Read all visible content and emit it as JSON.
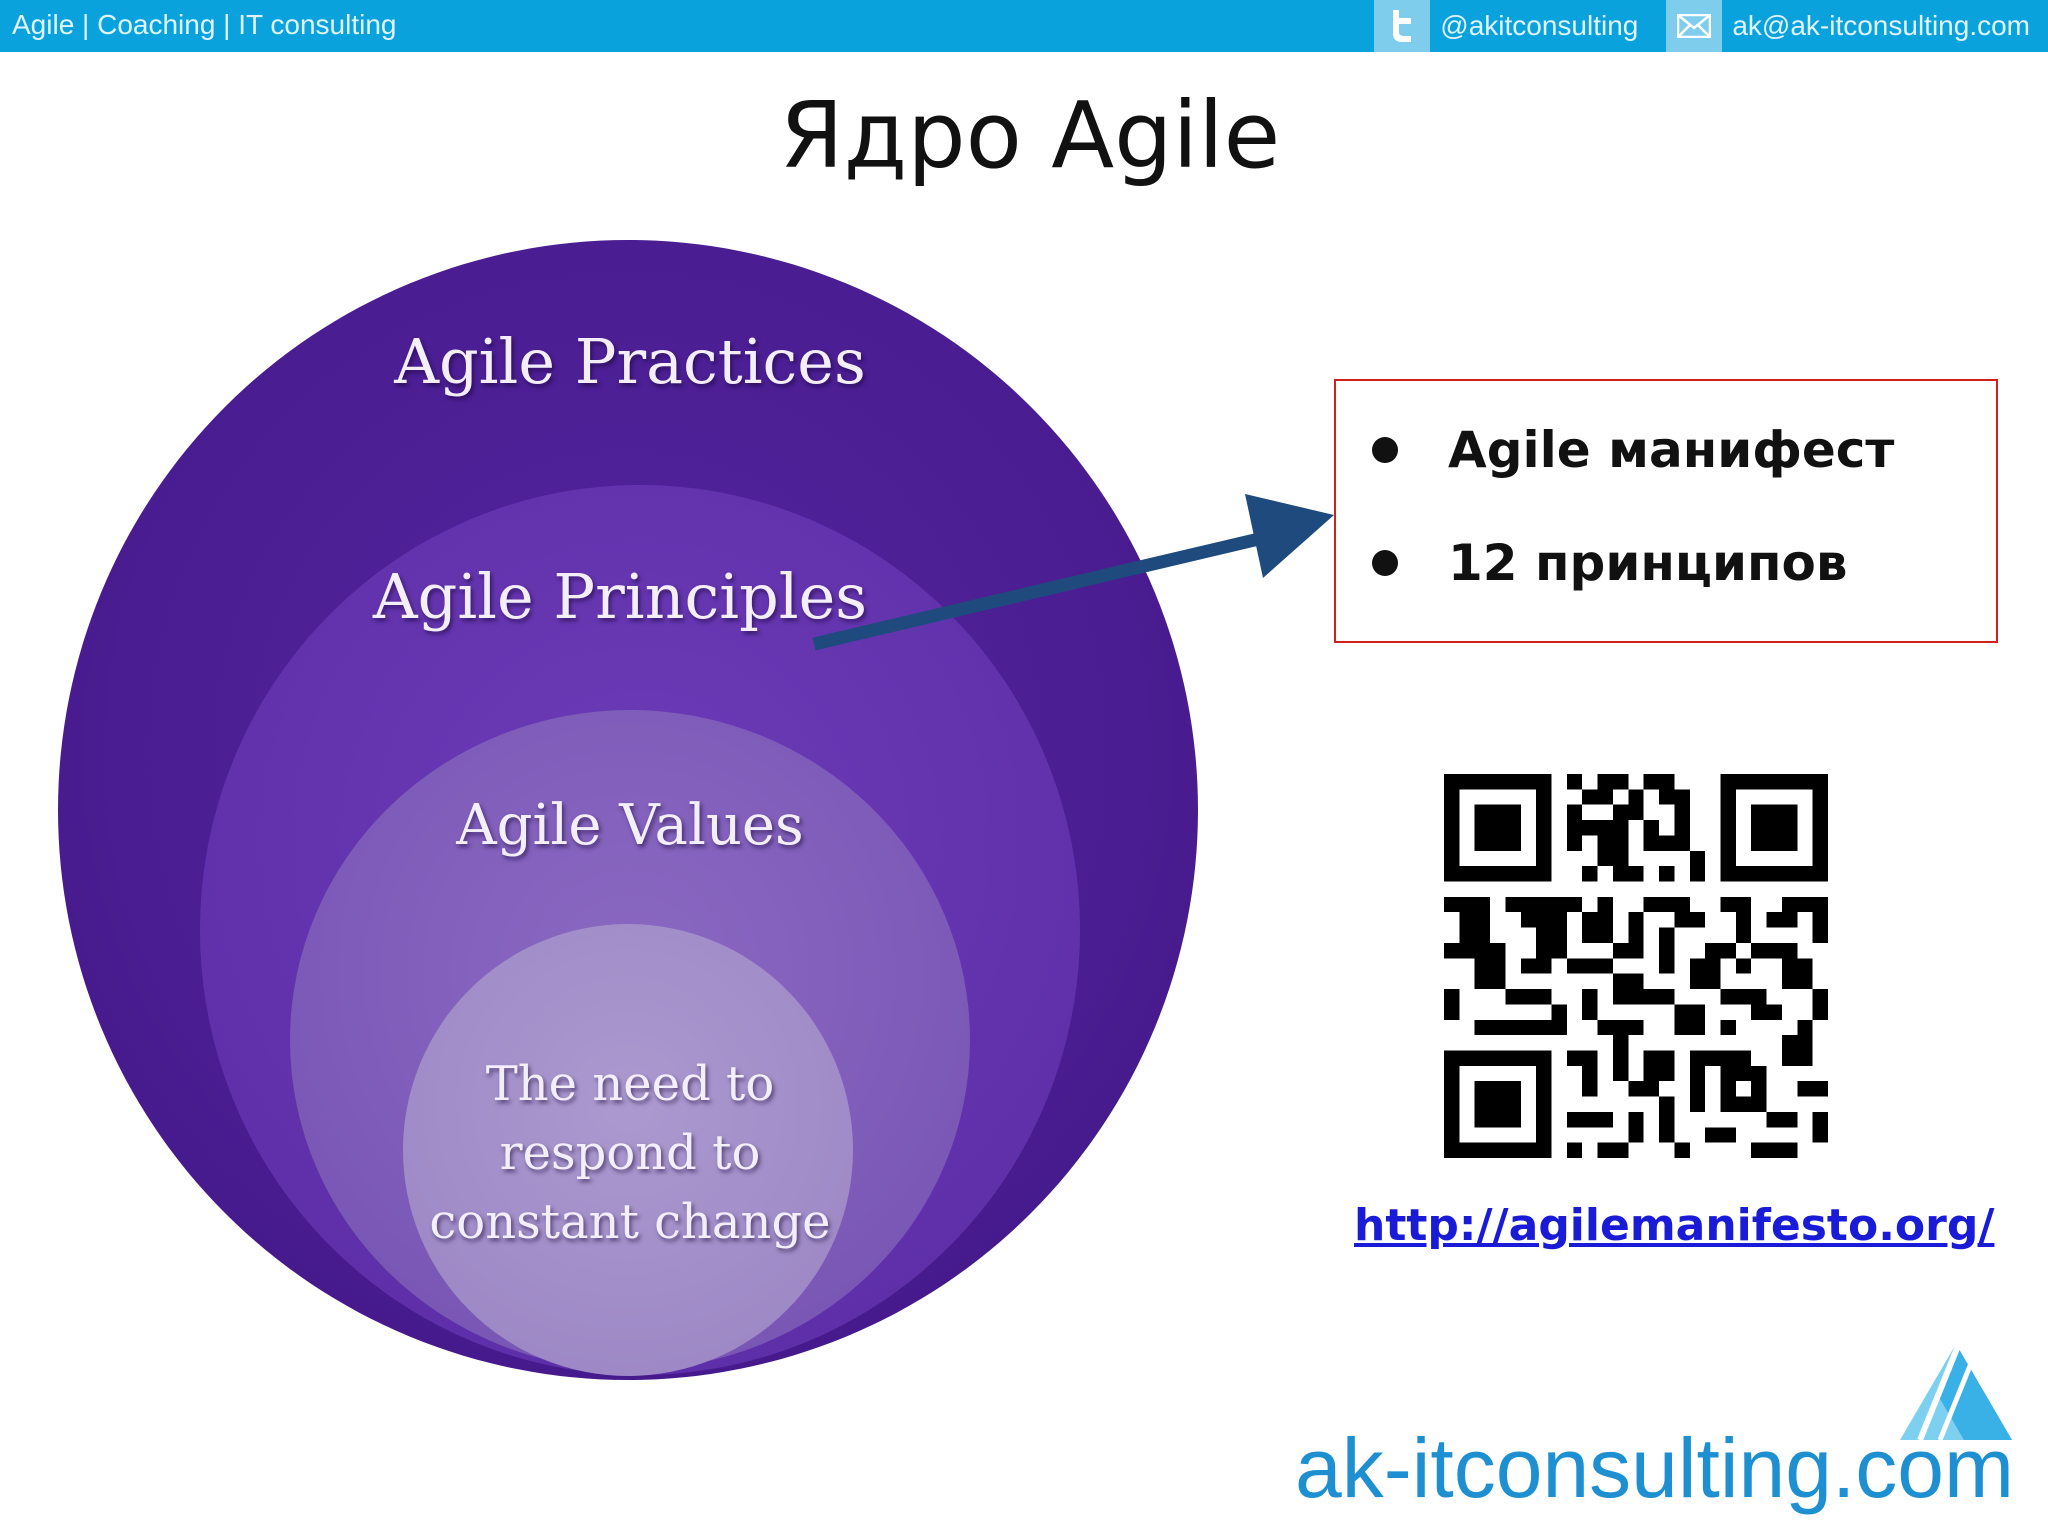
{
  "topbar": {
    "tagline": "Agile | Coaching | IT consulting",
    "twitter": "@akitconsulting",
    "email": "ak@ak-itconsulting.com",
    "icons": [
      "twitter-icon",
      "mail-icon"
    ],
    "color": "#0aa2dd"
  },
  "slide": {
    "title": "Ядро Agile"
  },
  "circles": {
    "practices": "Agile Practices",
    "principles": "Agile Principles",
    "values": "Agile Values",
    "need_line1": "The need to",
    "need_line2": "respond to",
    "need_line3": "constant change",
    "colors": [
      "#4a1d92",
      "#5f30aa",
      "#7b58b6",
      "#9e89c6"
    ]
  },
  "bullets": {
    "items": [
      "Agile манифест",
      "12 принципов"
    ],
    "border_color": "#d0211d"
  },
  "link": {
    "url": "http://agilemanifesto.org/"
  },
  "logo": {
    "text": "ak-itconsulting.com",
    "color": "#1e8fd0"
  }
}
